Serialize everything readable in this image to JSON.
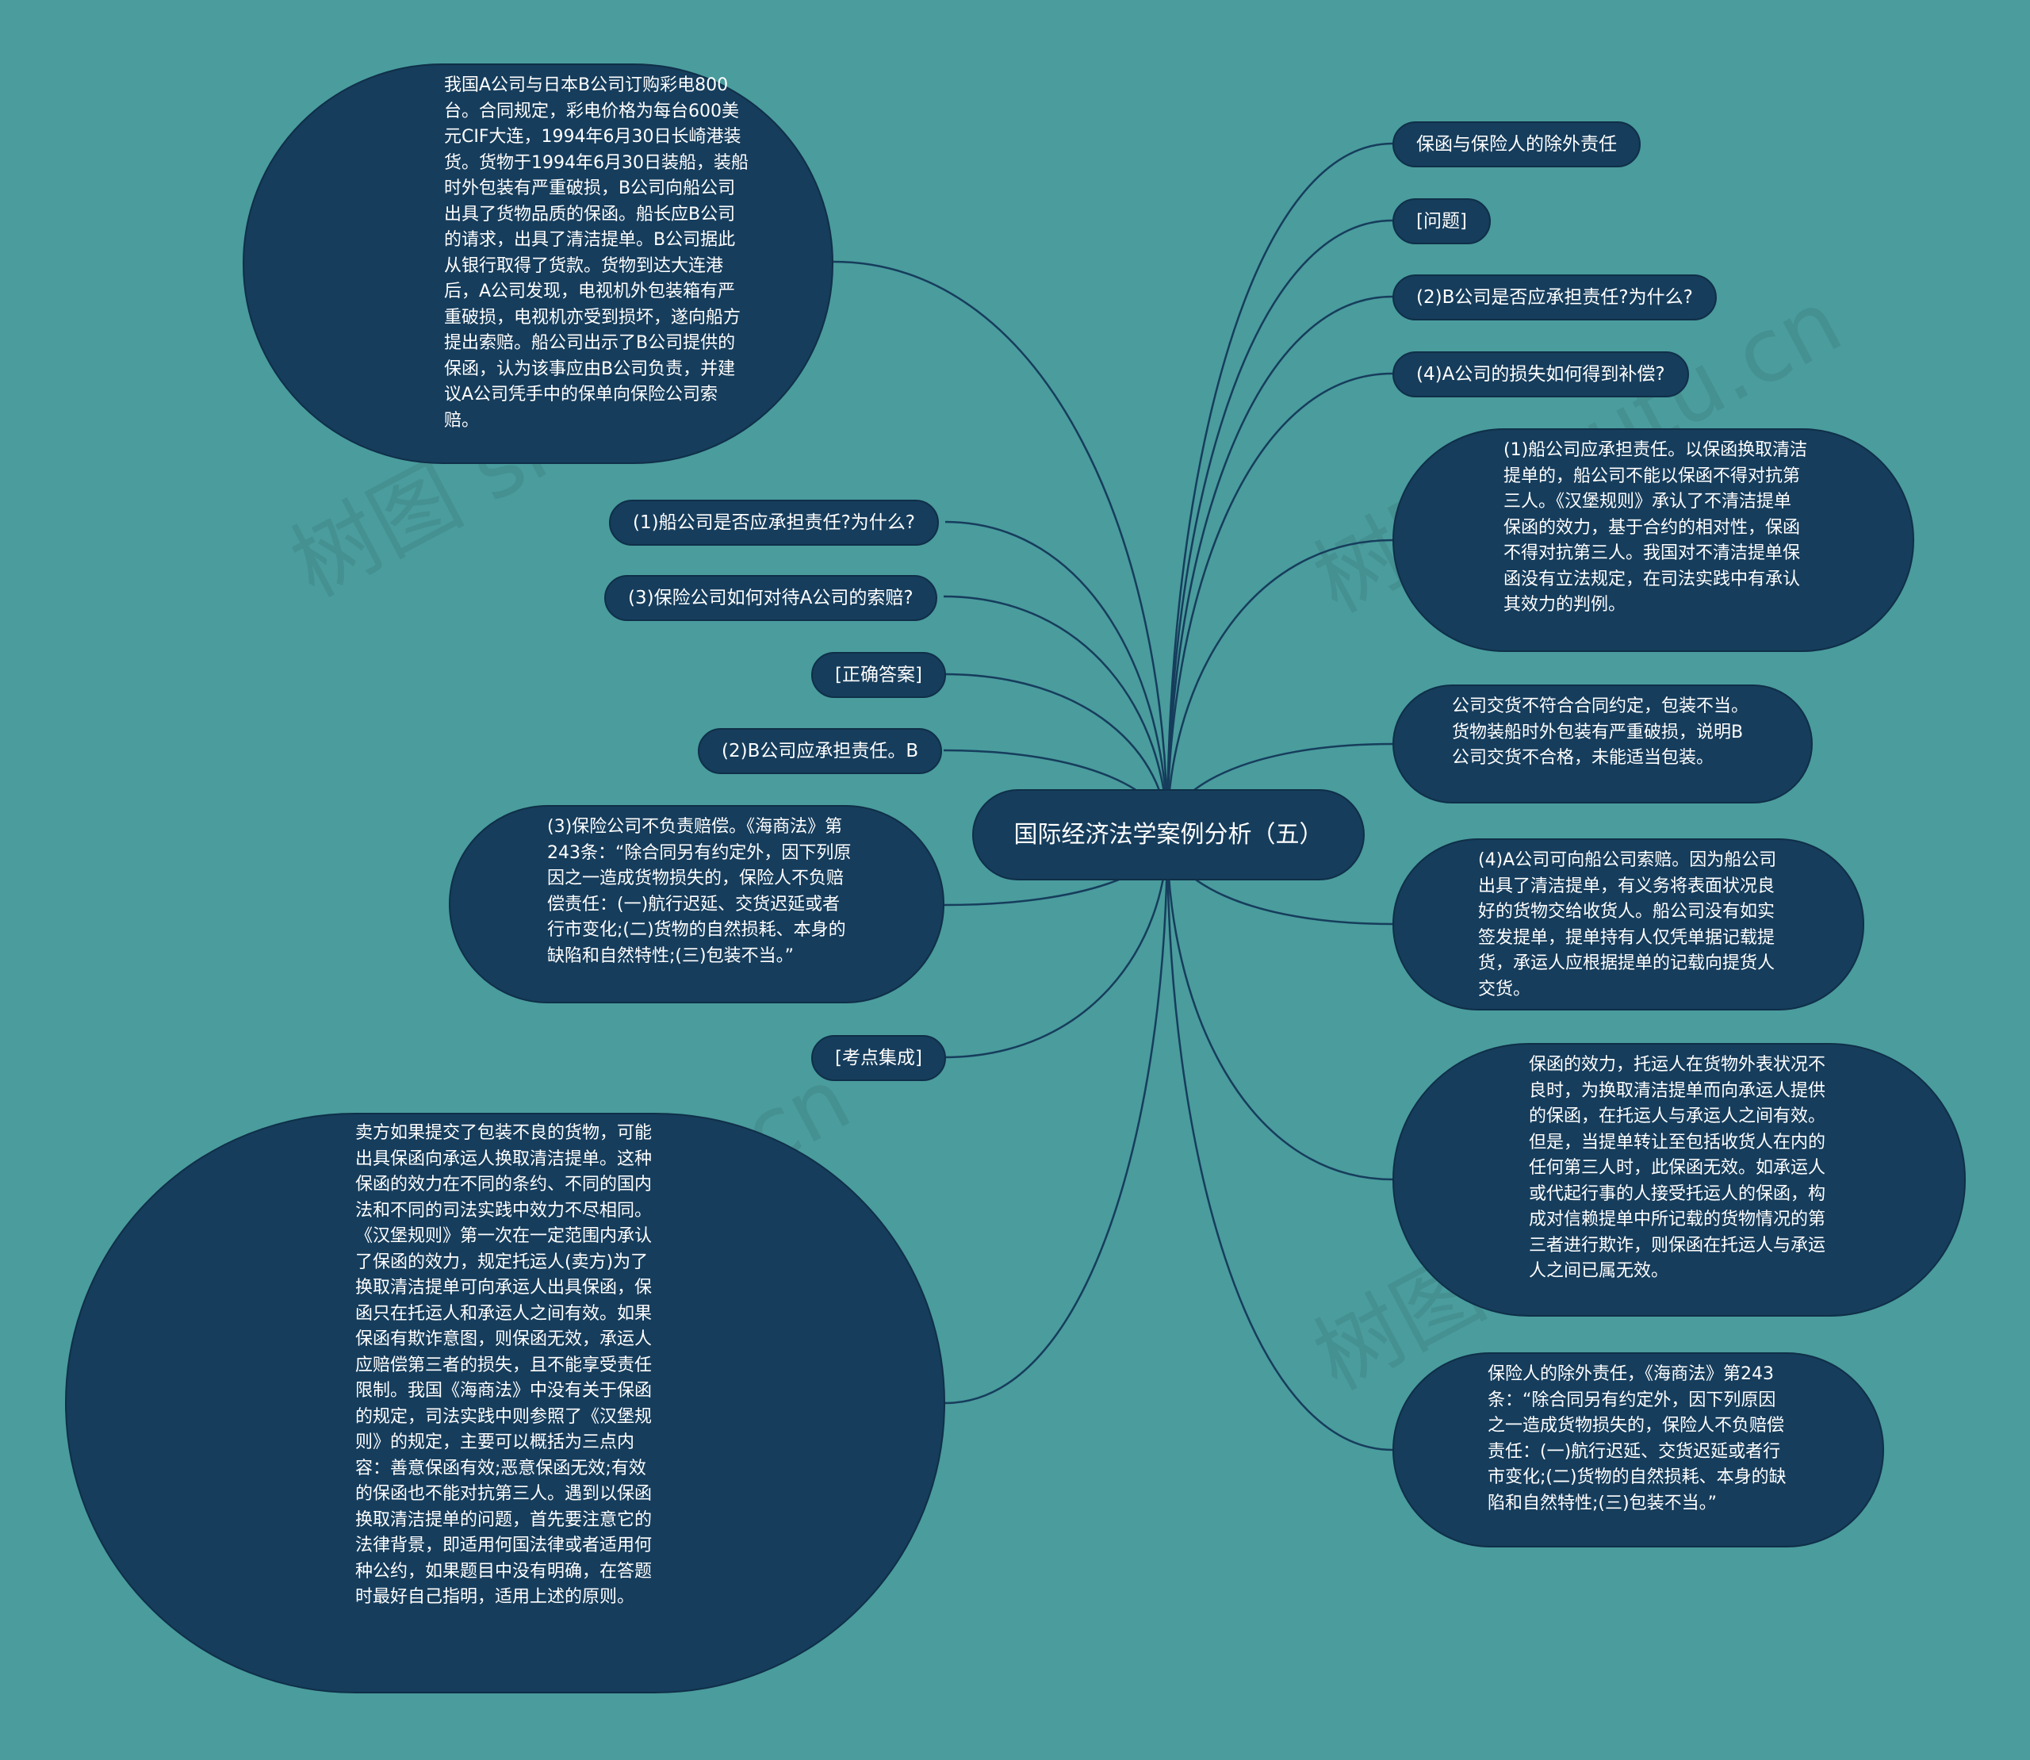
{
  "root": {
    "label": "国际经济法学案例分析（五）"
  },
  "nodes": {
    "case_text": "我国A公司与日本B公司订购彩电800台。合同规定，彩电价格为每台600美元CIF大连，1994年6月30日长崎港装货。货物于1994年6月30日装船，装船时外包装有严重破损，B公司向船公司出具了货物品质的保函。船长应B公司的请求，出具了清洁提单。B公司据此从银行取得了货款。货物到达大连港后，A公司发现，电视机外包装箱有严重破损，电视机亦受到损坏，遂向船方提出索赔。船公司出示了B公司提供的保函，认为该事应由B公司负责，并建议A公司凭手中的保单向保险公司索赔。",
    "q1": "(1)船公司是否应承担责任?为什么?",
    "q3": "(3)保险公司如何对待A公司的索赔?",
    "correct_answer": "[正确答案]",
    "a2_short": "(2)B公司应承担责任。B",
    "a3": "(3)保险公司不负责赔偿。《海商法》第243条：“除合同另有约定外，因下列原因之一造成货物损失的，保险人不负赔偿责任：(一)航行迟延、交货迟延或者行市变化;(二)货物的自然损耗、本身的缺陷和自然特性;(三)包装不当。”",
    "exam_points": "[考点集成]",
    "exam_text": "卖方如果提交了包装不良的货物，可能出具保函向承运人换取清洁提单。这种保函的效力在不同的条约、不同的国内法和不同的司法实践中效力不尽相同。《汉堡规则》第一次在一定范围内承认了保函的效力，规定托运人(卖方)为了换取清洁提单可向承运人出具保函，保函只在托运人和承运人之间有效。如果保函有欺诈意图，则保函无效，承运人应赔偿第三者的损失，且不能享受责任限制。我国《海商法》中没有关于保函的规定，司法实践中则参照了《汉堡规则》的规定，主要可以概括为三点内容：善意保函有效;恶意保函无效;有效的保函也不能对抗第三人。遇到以保函换取清洁提单的问题，首先要注意它的法律背景，即适用何国法律或者适用何种公约，如果题目中没有明确，在答题时最好自己指明，适用上述的原则。",
    "r_topic": "保函与保险人的除外责任",
    "r_question": "[问题]",
    "r_q2": "(2)B公司是否应承担责任?为什么?",
    "r_q4": "(4)A公司的损失如何得到补偿?",
    "r_a1": "(1)船公司应承担责任。以保函换取清洁提单的，船公司不能以保函不得对抗第三人。《汉堡规则》承认了不清洁提单保函的效力，基于合约的相对性，保函不得对抗第三人。我国对不清洁提单保函没有立法规定，在司法实践中有承认其效力的判例。",
    "r_a2": "公司交货不符合合同约定，包装不当。货物装船时外包装有严重破损，说明B公司交货不合格，未能适当包装。",
    "r_a4": "(4)A公司可向船公司索赔。因为船公司出具了清洁提单，有义务将表面状况良好的货物交给收货人。船公司没有如实签发提单，提单持有人仅凭单据记载提货，承运人应根据提单的记载向提货人交货。",
    "r_guarantee": "保函的效力，托运人在货物外表状况不良时，为换取清洁提单而向承运人提供的保函，在托运人与承运人之间有效。但是，当提单转让至包括收货人在内的任何第三人时，此保函无效。如承运人或代起行事的人接受托运人的保函，构成对信赖提单中所记载的货物情况的第三者进行欺诈，则保函在托运人与承运人之间已属无效。",
    "r_exclusion": "保险人的除外责任，《海商法》第243条：“除合同另有约定外，因下列原因之一造成货物损失的，保险人不负赔偿责任：(一)航行迟延、交货迟延或者行市变化;(二)货物的自然损耗、本身的缺陷和自然特性;(三)包装不当。”"
  },
  "watermark": "树图 shutu.cn",
  "colors": {
    "background": "#4a9c9d",
    "node_fill": "#163d5c",
    "node_border": "#0f2f48",
    "connector": "#163d5c",
    "text": "#ffffff"
  }
}
